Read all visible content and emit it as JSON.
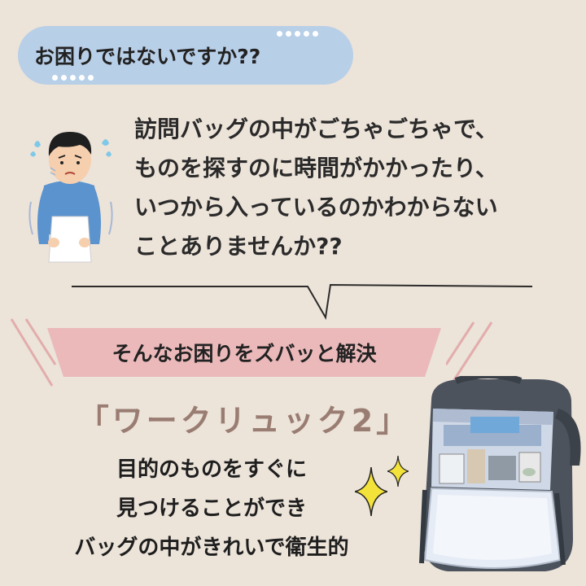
{
  "question": {
    "text": "お困りではないですか??"
  },
  "problem_lines": [
    "訪問バッグの中がごちゃごちゃで、",
    "ものを探すのに時間がかかったり、",
    "いつから入っているのかわからない",
    "ことありませんか??"
  ],
  "solution_banner": {
    "text": "そんなお困りをズバッと解決"
  },
  "product": {
    "name": "「ワークリュック2」"
  },
  "benefits": [
    "目的のものをすぐに",
    "見つけることができ",
    "バッグの中がきれいで衛生的"
  ],
  "colors": {
    "background": "#ece3d9",
    "pill": "#b8cfe8",
    "banner": "#ebb9ba",
    "product_text": "#9a7d72",
    "sparkle": "#f3e23a"
  }
}
